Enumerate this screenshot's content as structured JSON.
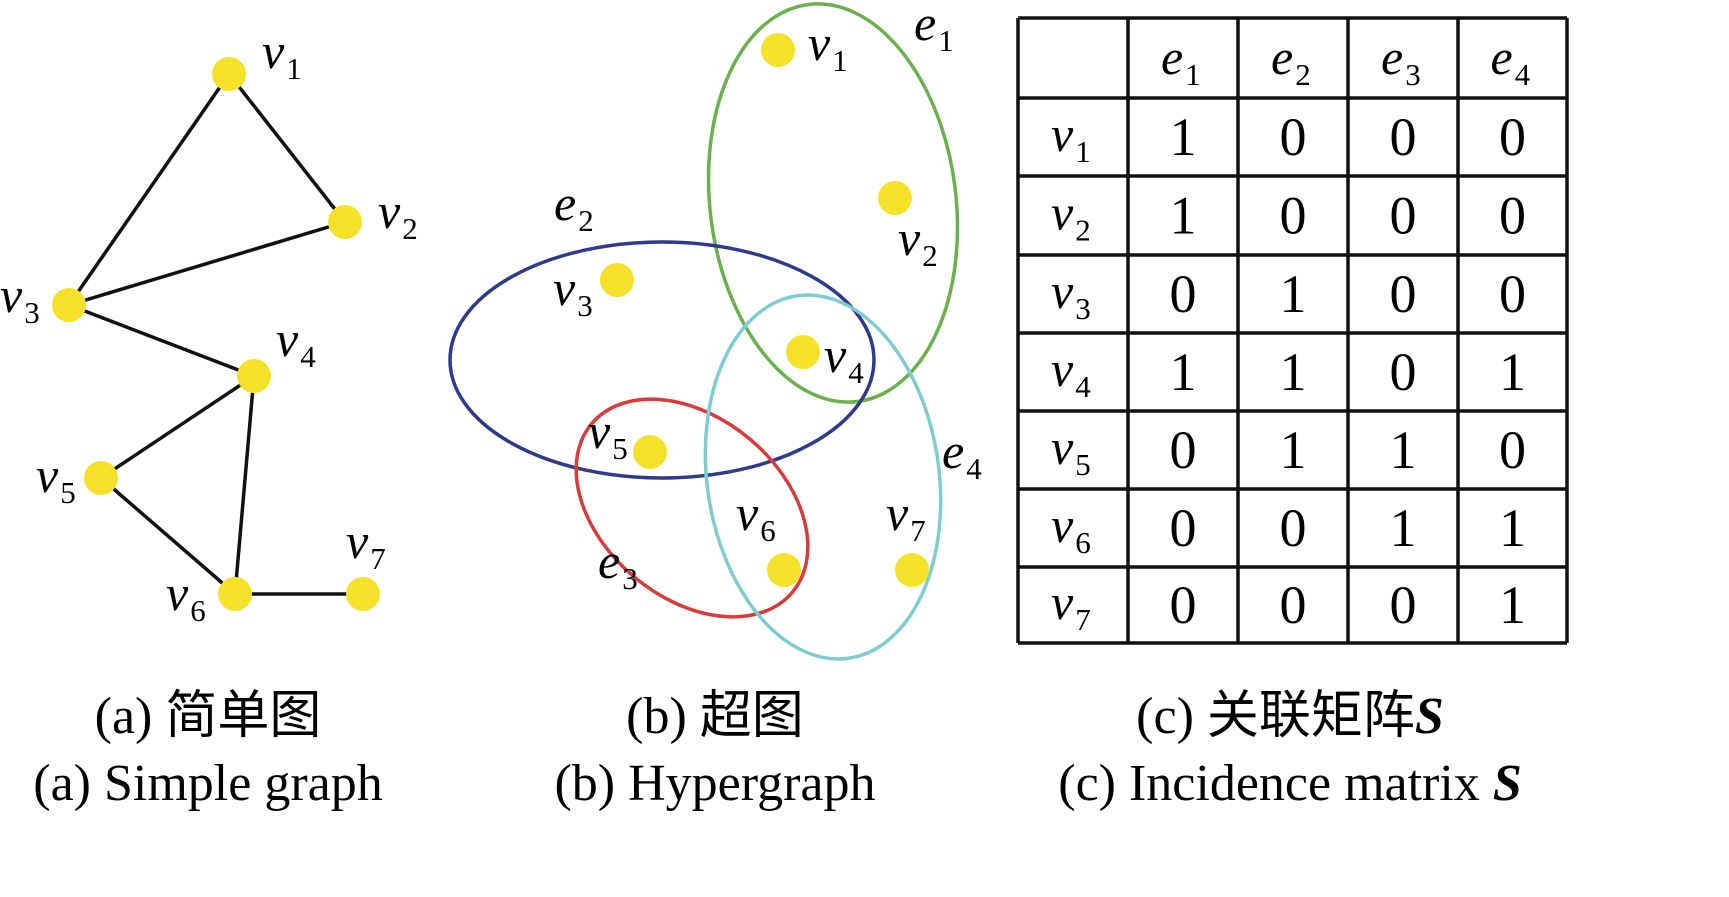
{
  "simple_graph": {
    "nodes": [
      {
        "id": "v1",
        "base": "v",
        "sub": "1"
      },
      {
        "id": "v2",
        "base": "v",
        "sub": "2"
      },
      {
        "id": "v3",
        "base": "v",
        "sub": "3"
      },
      {
        "id": "v4",
        "base": "v",
        "sub": "4"
      },
      {
        "id": "v5",
        "base": "v",
        "sub": "5"
      },
      {
        "id": "v6",
        "base": "v",
        "sub": "6"
      },
      {
        "id": "v7",
        "base": "v",
        "sub": "7"
      }
    ],
    "edges": [
      [
        "v1",
        "v2"
      ],
      [
        "v1",
        "v3"
      ],
      [
        "v2",
        "v3"
      ],
      [
        "v3",
        "v4"
      ],
      [
        "v4",
        "v5"
      ],
      [
        "v4",
        "v6"
      ],
      [
        "v5",
        "v6"
      ],
      [
        "v6",
        "v7"
      ]
    ],
    "caption_zh": "(a)  简单图",
    "caption_en": "(a)  Simple graph"
  },
  "hypergraph": {
    "nodes": [
      {
        "id": "v1",
        "base": "v",
        "sub": "1"
      },
      {
        "id": "v2",
        "base": "v",
        "sub": "2"
      },
      {
        "id": "v3",
        "base": "v",
        "sub": "3"
      },
      {
        "id": "v4",
        "base": "v",
        "sub": "4"
      },
      {
        "id": "v5",
        "base": "v",
        "sub": "5"
      },
      {
        "id": "v6",
        "base": "v",
        "sub": "6"
      },
      {
        "id": "v7",
        "base": "v",
        "sub": "7"
      }
    ],
    "hyperedges": [
      {
        "id": "e1",
        "base": "e",
        "sub": "1",
        "color": "#6ab04c",
        "members": [
          "v1",
          "v2",
          "v4"
        ]
      },
      {
        "id": "e2",
        "base": "e",
        "sub": "2",
        "color": "#2e3a8c",
        "members": [
          "v3",
          "v4",
          "v5"
        ]
      },
      {
        "id": "e3",
        "base": "e",
        "sub": "3",
        "color": "#d93a3a",
        "members": [
          "v5",
          "v6"
        ]
      },
      {
        "id": "e4",
        "base": "e",
        "sub": "4",
        "color": "#7ecbd0",
        "members": [
          "v4",
          "v6",
          "v7"
        ]
      }
    ],
    "caption_zh": "(b)  超图",
    "caption_en": "(b)  Hypergraph"
  },
  "incidence_matrix": {
    "col_headers": [
      {
        "base": "e",
        "sub": "1"
      },
      {
        "base": "e",
        "sub": "2"
      },
      {
        "base": "e",
        "sub": "3"
      },
      {
        "base": "e",
        "sub": "4"
      }
    ],
    "rows": [
      {
        "base": "v",
        "sub": "1",
        "values": [
          "1",
          "0",
          "0",
          "0"
        ]
      },
      {
        "base": "v",
        "sub": "2",
        "values": [
          "1",
          "0",
          "0",
          "0"
        ]
      },
      {
        "base": "v",
        "sub": "3",
        "values": [
          "0",
          "1",
          "0",
          "0"
        ]
      },
      {
        "base": "v",
        "sub": "4",
        "values": [
          "1",
          "1",
          "0",
          "1"
        ]
      },
      {
        "base": "v",
        "sub": "5",
        "values": [
          "0",
          "1",
          "1",
          "0"
        ]
      },
      {
        "base": "v",
        "sub": "6",
        "values": [
          "0",
          "0",
          "1",
          "1"
        ]
      },
      {
        "base": "v",
        "sub": "7",
        "values": [
          "0",
          "0",
          "0",
          "1"
        ]
      }
    ],
    "caption_zh_prefix": "(c)  关联矩阵",
    "caption_en_prefix": "(c)  Incidence matrix ",
    "symbol": "S"
  },
  "colors": {
    "node_fill": "#f5e12a",
    "edge_stroke": "#111111",
    "grid_stroke": "#111111"
  }
}
